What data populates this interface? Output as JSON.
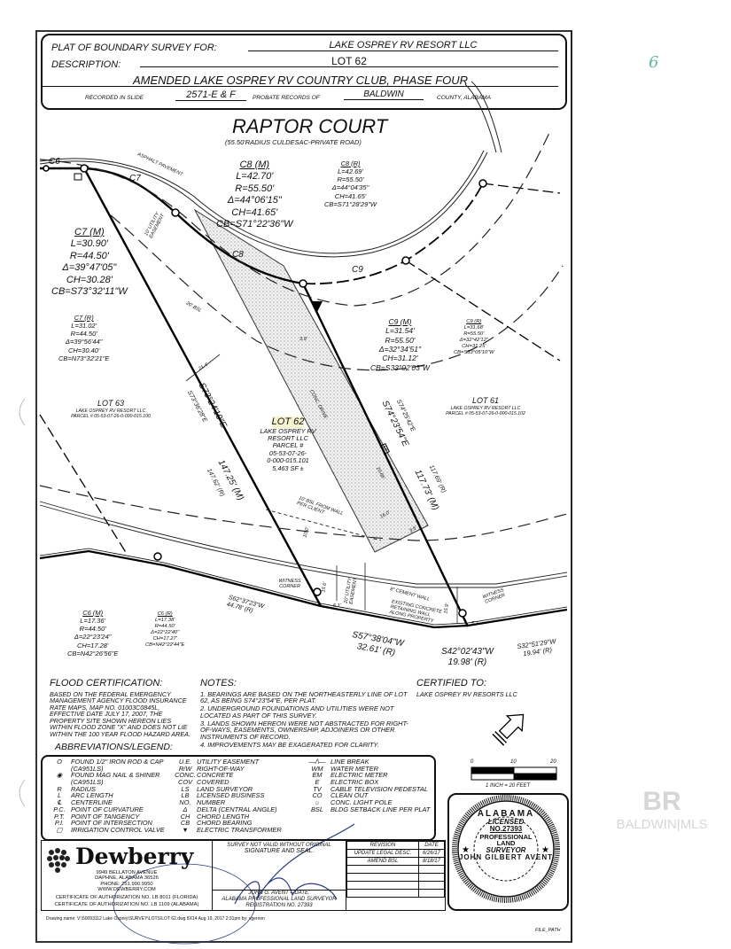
{
  "header": {
    "survey_for_label": "PLAT OF BOUNDARY SURVEY FOR:",
    "survey_for_value": "LAKE OSPREY RV RESORT LLC",
    "description_label": "DESCRIPTION:",
    "description_value": "LOT 62",
    "subdivision": "AMENDED LAKE OSPREY RV COUNTRY CLUB, PHASE FOUR",
    "recorded_label": "RECORDED IN SLIDE",
    "slide": "2571-E & F",
    "probate_label": "PROBATE RECORDS OF",
    "county": "BALDWIN",
    "county_suffix": "COUNTY, ALABAMA"
  },
  "road": {
    "name": "RAPTOR COURT",
    "subtitle": "(55.50'RADIUS CULDESAC-PRIVATE ROAD)"
  },
  "curves": {
    "c7_m": {
      "title": "C7 (M)",
      "lines": [
        "L=30.90'",
        "R=44.50'",
        "Δ=39°47'05\"",
        "CH=30.28'",
        "CB=S73°32'11\"W"
      ]
    },
    "c7_r": {
      "title": "C7 (R)",
      "lines": [
        "L=31.02'",
        "R=44.50'",
        "Δ=39°56'44\"",
        "CH=30.40'",
        "CB=N73°32'21\"E"
      ]
    },
    "c8_m": {
      "title": "C8 (M)",
      "lines": [
        "L=42.70'",
        "R=55.50'",
        "Δ=44°06'15\"",
        "CH=41.65'",
        "CB=S71°22'36\"W"
      ]
    },
    "c8_r": {
      "title": "C8 (R)",
      "lines": [
        "L=42.69'",
        "R=55.50'",
        "Δ=44°04'35\"",
        "CH=41.65'",
        "CB=S71°28'29\"W"
      ]
    },
    "c9_m": {
      "title": "C9 (M)",
      "lines": [
        "L=31.54'",
        "R=55.50'",
        "Δ=32°34'51\"",
        "CH=31.12'",
        "CB=S33°02'03\"W"
      ]
    },
    "c9_r": {
      "title": "C9 (R)",
      "lines": [
        "L=31.68'",
        "R=55.50'",
        "Δ=32°42'12\"",
        "CH=31.25'",
        "CB=S33°05'10\"W"
      ]
    },
    "c6_m": {
      "title": "C6 (M)",
      "lines": [
        "L=17.36'",
        "R=44.50'",
        "Δ=22°23'24\"",
        "CH=17.28'",
        "CB=N42°26'56\"E"
      ]
    },
    "c6_r": {
      "title": "C6 (R)",
      "lines": [
        "L=17.38'",
        "R=44.50'",
        "Δ=22°22'40\"",
        "CH=17.27'",
        "CB=N42°22'44\"E"
      ]
    }
  },
  "map": {
    "c6": "C6",
    "c7": "C7",
    "c8": "C8",
    "c9": "C9",
    "asphalt": "ASPHALT PAVEMENT",
    "utility_10": "10' UTILITY EASEMENT",
    "bsl_20": "20' BSL",
    "dim_21_4": "21.4'",
    "dim_3_9": "3.9'",
    "conc_drive": "CONC. DRIVE",
    "drive_width": "10.66'",
    "dim_16": "16.0'",
    "dim_3_5": "3.5'",
    "bsl_10": "10' BSL FROM WALL PER CLIENT",
    "dim_10": "10.0'",
    "eb": "EB",
    "lot62": {
      "name": "LOT 62",
      "lines": [
        "LAKE OSPREY RV",
        "RESORT LLC",
        "PARCEL #",
        "05-53-07-26-",
        "0-000-015.101",
        "5,463 SF ±"
      ]
    },
    "lot63": {
      "name": "LOT 63",
      "owner": "LAKE OSPREY RV RESORT LLC",
      "parcel": "PARCEL # 05-53-07-26-0-000-015.100"
    },
    "lot61": {
      "name": "LOT 61",
      "owner": "LAKE OSPREY RV RESORT LLC",
      "parcel": "PARCEL # 05-53-07-26-0-000-015.102"
    },
    "west_bearing_m": "S73°24'19\"E",
    "west_bearing_r": "S73°36'28\"E",
    "west_dist_m": "147.25' (M)",
    "west_dist_r": "147.62' (R)",
    "east_bearing_m": "S74°23'54\"E",
    "east_bearing_r": "S74°25'42\"E",
    "east_dist_m": "117.73' (M)",
    "east_dist_r": "117.69' (R)",
    "witness_corner": "WITNESS CORNER",
    "dim_15_6": "15.6'",
    "utility_20": "20' UTILITY EASEMENT",
    "cement_wall": "8\" CEMENT WALL",
    "dim_5_1": "5.1'",
    "retaining_wall": [
      "EXISTING CONCRETE",
      "RETAINING WALL",
      "ALONG PROPERTY"
    ],
    "dim_15_9": "15.9'",
    "rear1": [
      "S62°37'23\"W",
      "44.78' (R)"
    ],
    "rear2": [
      "S57°38'04\"W",
      "32.61' (R)"
    ],
    "rear3": [
      "S42°02'43\"W",
      "19.98' (R)"
    ],
    "rear4": [
      "S32°51'29\"W",
      "19.94' (R)"
    ]
  },
  "flood": {
    "title": "FLOOD CERTIFICATION:",
    "text": "BASED ON THE FEDERAL EMERGENCY MANAGEMENT AGENCY FLOOD INSURANCE RATE MAPS, MAP NO. 01003C0845L, EFFECTIVE DATE JULY 17, 2007, THE PROPERTY SITE SHOWN HEREON LIES WITHIN FLOOD ZONE \"X\" AND DOES NOT LIE WITHIN THE 100 YEAR FLOOD HAZARD AREA."
  },
  "notes": {
    "title": "NOTES:",
    "items": [
      "1. BEARINGS ARE BASED ON THE NORTHEASTERLY LINE OF LOT 62, AS BEING S74°23'54\"E, PER PLAT.",
      "2. UNDERGROUND FOUNDATIONS AND UTILITIES WERE NOT LOCATED AS PART OF THIS SURVEY.",
      "3. LANDS SHOWN HEREON WERE NOT ABSTRACTED FOR RIGHT-OF-WAYS, EASEMENTS, OWNERSHIP, ADJOINERS OR OTHER INSTRUMENTS OF RECORD.",
      "4. IMPROVEMENTS MAY BE EXAGERATED FOR CLARITY."
    ]
  },
  "certified": {
    "title": "CERTIFIED TO:",
    "value": "LAKE OSPREY RV RESORTS LLC"
  },
  "legend": {
    "title": "ABBREVIATIONS/LEGEND:",
    "col1": [
      {
        "sym": "O",
        "text": "FOUND 1/2\" IRON ROD & CAP (CA951LS)"
      },
      {
        "sym": "◉",
        "text": "FOUND MAG NAIL & SHINER (CA951LS)"
      },
      {
        "sym": "R",
        "text": "RADIUS"
      },
      {
        "sym": "L",
        "text": "ARC LENGTH"
      },
      {
        "sym": "℄",
        "text": "CENTERLINE"
      },
      {
        "sym": "P.C.",
        "text": "POINT OF CURVATURE"
      },
      {
        "sym": "P.T.",
        "text": "POINT OF TANGENCY"
      },
      {
        "sym": "P.I.",
        "text": "POINT OF INTERSECTION"
      },
      {
        "sym": "▢",
        "text": "IRRIGATION CONTROL VALVE"
      }
    ],
    "col2": [
      {
        "sym": "U.E.",
        "text": "UTILITY EASEMENT"
      },
      {
        "sym": "R/W",
        "text": "RIGHT-OF-WAY"
      },
      {
        "sym": "CONC.",
        "text": "CONCRETE"
      },
      {
        "sym": "COV",
        "text": "COVERED"
      },
      {
        "sym": "LS",
        "text": "LAND SURVEYOR"
      },
      {
        "sym": "LB",
        "text": "LICENSED BUSINESS"
      },
      {
        "sym": "NO.",
        "text": "NUMBER"
      },
      {
        "sym": "Δ",
        "text": "DELTA (CENTRAL ANGLE)"
      },
      {
        "sym": "CH",
        "text": "CHORD LENGTH"
      },
      {
        "sym": "CB",
        "text": "CHORD BEARING"
      },
      {
        "sym": "▼",
        "text": "ELECTRIC TRANSFORMER"
      }
    ],
    "col3": [
      {
        "sym": "—/\\—",
        "text": "LINE BREAK"
      },
      {
        "sym": "WM",
        "text": "WATER METER"
      },
      {
        "sym": "EM",
        "text": "ELECTRIC METER"
      },
      {
        "sym": "E",
        "text": "ELECTRIC BOX"
      },
      {
        "sym": "TV",
        "text": "CABLE TELEVISION PEDESTAL"
      },
      {
        "sym": "CO",
        "text": "CLEAN OUT"
      },
      {
        "sym": "☼",
        "text": "CONC. LIGHT POLE"
      },
      {
        "sym": "BSL",
        "text": "BLDG SETBACK LINE PER PLAT"
      }
    ]
  },
  "scale": {
    "ticks": [
      "0",
      "10",
      "20"
    ],
    "label": "1 INCH = 20 FEET"
  },
  "title_block": {
    "company": "Dewberry",
    "address": [
      "9949 BELLATON AVENUE",
      "DAPHNE, ALABAMA 36526",
      "PHONE: 251.990.9950",
      "WWW.DEWBERRY.COM"
    ],
    "cert_fl": "CERTIFICATE OF AUTHORIZATION NO. LB 8011 (FLORIDA)",
    "cert_al": "CERTIFICATE OF AUTHORIZATION NO. LB 1109 (ALABAMA)",
    "validity": [
      "SURVEY NOT VALID WITHOUT ORIGINAL",
      "SIGNATURE AND SEAL."
    ],
    "signer": "JOHN G. AVENT  –  DATE:",
    "signer_title": "ALABAMA PROFESSIONAL LAND SURVEYOR",
    "registration": "REGISTRATION NO. 27393",
    "revision_header": [
      "REVISION",
      "DATE"
    ],
    "revisions": [
      [
        "UPDATE LEGAL DESC.",
        "6/26/17"
      ],
      [
        "AMEND BSL",
        "8/18/17"
      ]
    ]
  },
  "seal": {
    "top": "ALABAMA",
    "licensed": "LICENSED",
    "number": "NO.27393",
    "professional": "PROFESSIONAL",
    "land": "LAND",
    "surveyor": "SURVEYOR",
    "name": "JOHN GILBERT AVENT"
  },
  "drawing_name": "Drawing name: V:\\50093112 Lake Osprey\\SURVEY\\LOTS\\LOT 62.dwg   8X14   Aug 19, 2017  2:31pm   by: vgernon",
  "file_path": "FILE_PATH",
  "handwritten_mark": "6",
  "watermark": {
    "logo": "BR",
    "text": "BALDWIN|MLS"
  }
}
